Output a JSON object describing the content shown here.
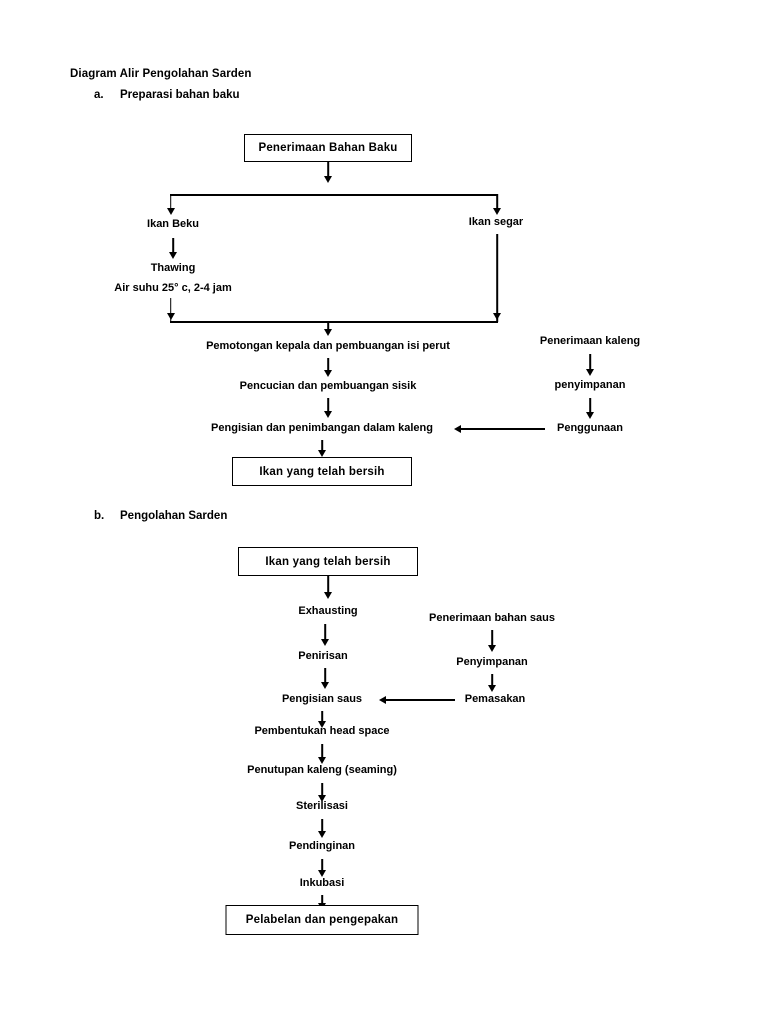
{
  "document": {
    "title": "Diagram Alir Pengolahan Sarden",
    "sections": [
      {
        "marker": "a.",
        "label": "Preparasi bahan baku"
      },
      {
        "marker": "b.",
        "label": "Pengolahan Sarden"
      }
    ]
  },
  "colors": {
    "line": "#000000",
    "text": "#000000",
    "background": "#ffffff",
    "box_border": "#000000"
  },
  "chart_data": {
    "type": "diagram",
    "title": "Diagram Alir Pengolahan Sarden",
    "diagrams": [
      {
        "id": "a",
        "title": "Preparasi bahan baku",
        "nodes": [
          {
            "id": "a1",
            "label": "Penerimaan Bahan Baku",
            "shape": "box"
          },
          {
            "id": "a2",
            "label": "Ikan Beku",
            "shape": "text"
          },
          {
            "id": "a3",
            "label": "Ikan segar",
            "shape": "text"
          },
          {
            "id": "a4",
            "label": "Thawing",
            "shape": "text"
          },
          {
            "id": "a5",
            "label": "Air suhu 25° c, 2-4 jam",
            "shape": "text"
          },
          {
            "id": "a6",
            "label": "Pemotongan kepala dan pembuangan isi perut",
            "shape": "text"
          },
          {
            "id": "a7",
            "label": "Pencucian dan pembuangan sisik",
            "shape": "text"
          },
          {
            "id": "a8",
            "label": "Pengisian dan penimbangan dalam kaleng",
            "shape": "text"
          },
          {
            "id": "a9",
            "label": "Ikan yang telah bersih",
            "shape": "box"
          },
          {
            "id": "a10",
            "label": "Penerimaan kaleng",
            "shape": "text"
          },
          {
            "id": "a11",
            "label": "penyimpanan",
            "shape": "text"
          },
          {
            "id": "a12",
            "label": "Penggunaan",
            "shape": "text"
          }
        ],
        "edges": [
          {
            "from": "a1",
            "to": "a2"
          },
          {
            "from": "a1",
            "to": "a3"
          },
          {
            "from": "a2",
            "to": "a4"
          },
          {
            "from": "a4",
            "to": "a5"
          },
          {
            "from": "a5",
            "to": "a6"
          },
          {
            "from": "a3",
            "to": "a6"
          },
          {
            "from": "a6",
            "to": "a7"
          },
          {
            "from": "a7",
            "to": "a8"
          },
          {
            "from": "a8",
            "to": "a9"
          },
          {
            "from": "a10",
            "to": "a11"
          },
          {
            "from": "a11",
            "to": "a12"
          },
          {
            "from": "a12",
            "to": "a8",
            "direction": "left"
          }
        ]
      },
      {
        "id": "b",
        "title": "Pengolahan Sarden",
        "nodes": [
          {
            "id": "b1",
            "label": "Ikan yang telah bersih",
            "shape": "box"
          },
          {
            "id": "b2",
            "label": "Exhausting",
            "shape": "text"
          },
          {
            "id": "b3",
            "label": "Penirisan",
            "shape": "text"
          },
          {
            "id": "b4",
            "label": "Pengisian saus",
            "shape": "text"
          },
          {
            "id": "b5",
            "label": "Pembentukan head space",
            "shape": "text"
          },
          {
            "id": "b6",
            "label": "Penutupan kaleng (seaming)",
            "shape": "text"
          },
          {
            "id": "b7",
            "label": "Sterilisasi",
            "shape": "text"
          },
          {
            "id": "b8",
            "label": "Pendinginan",
            "shape": "text"
          },
          {
            "id": "b9",
            "label": "Inkubasi",
            "shape": "text"
          },
          {
            "id": "b10",
            "label": "Pelabelan dan pengepakan",
            "shape": "box"
          },
          {
            "id": "b11",
            "label": "Penerimaan bahan saus",
            "shape": "text"
          },
          {
            "id": "b12",
            "label": "Penyimpanan",
            "shape": "text"
          },
          {
            "id": "b13",
            "label": "Pemasakan",
            "shape": "text"
          }
        ],
        "edges": [
          {
            "from": "b1",
            "to": "b2"
          },
          {
            "from": "b2",
            "to": "b3"
          },
          {
            "from": "b3",
            "to": "b4"
          },
          {
            "from": "b4",
            "to": "b5"
          },
          {
            "from": "b5",
            "to": "b6"
          },
          {
            "from": "b6",
            "to": "b7"
          },
          {
            "from": "b7",
            "to": "b8"
          },
          {
            "from": "b8",
            "to": "b9"
          },
          {
            "from": "b9",
            "to": "b10"
          },
          {
            "from": "b11",
            "to": "b12"
          },
          {
            "from": "b12",
            "to": "b13"
          },
          {
            "from": "b13",
            "to": "b4",
            "direction": "left"
          }
        ]
      }
    ]
  },
  "diagram_a": {
    "receiving_raw_material": "Penerimaan Bahan Baku",
    "frozen_fish": "Ikan Beku",
    "fresh_fish": "Ikan segar",
    "thawing": "Thawing",
    "water_temp": "Air suhu 25° c, 2-4 jam",
    "heading_gutting": "Pemotongan kepala dan pembuangan isi perut",
    "washing_descaling": "Pencucian dan pembuangan sisik",
    "filling_weighing": "Pengisian dan penimbangan dalam kaleng",
    "clean_fish": "Ikan yang telah bersih",
    "can_receiving": "Penerimaan kaleng",
    "can_storage": "penyimpanan",
    "can_use": "Penggunaan"
  },
  "diagram_b": {
    "clean_fish": "Ikan yang telah bersih",
    "exhausting": "Exhausting",
    "draining": "Penirisan",
    "sauce_filling": "Pengisian saus",
    "head_space": "Pembentukan head space",
    "seaming": "Penutupan kaleng (seaming)",
    "sterilization": "Sterilisasi",
    "cooling": "Pendinginan",
    "incubation": "Inkubasi",
    "labeling_packing": "Pelabelan dan pengepakan",
    "sauce_receiving": "Penerimaan bahan saus",
    "sauce_storage": "Penyimpanan",
    "sauce_cooking": "Pemasakan"
  }
}
